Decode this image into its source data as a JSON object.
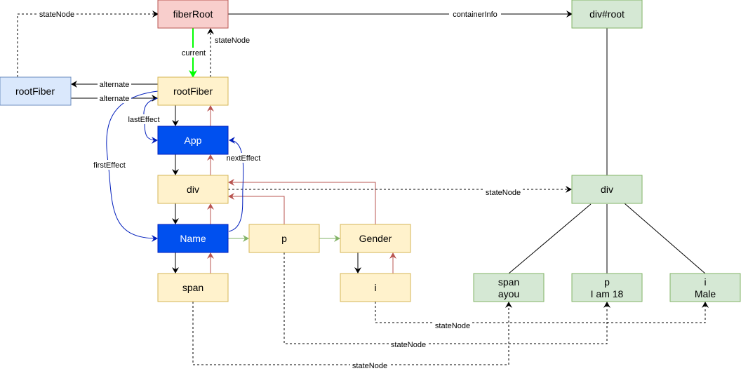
{
  "colors": {
    "fiber_fill": "#fff2cc",
    "fiber_stroke": "#d6b656",
    "root_fill": "#f8cecc",
    "root_stroke": "#b85450",
    "alt_fill": "#dae8fc",
    "alt_stroke": "#6c8ebf",
    "effect_fill": "#0050ef",
    "effect_stroke": "#001dbc",
    "dom_fill": "#d5e8d4",
    "dom_stroke": "#82b366",
    "return_edge": "#b85450",
    "sibling_edge": "#82b366",
    "effect_edge": "#001dbc",
    "current_edge": "#00ff00"
  },
  "nodes": {
    "fiberRoot": {
      "lines": [
        "fiberRoot"
      ]
    },
    "rootFiberAlt": {
      "lines": [
        "rootFiber"
      ]
    },
    "rootFiber": {
      "lines": [
        "rootFiber"
      ]
    },
    "app": {
      "lines": [
        "App"
      ]
    },
    "div": {
      "lines": [
        "div"
      ]
    },
    "name": {
      "lines": [
        "Name"
      ]
    },
    "span": {
      "lines": [
        "span"
      ]
    },
    "p": {
      "lines": [
        "p"
      ]
    },
    "gender": {
      "lines": [
        "Gender"
      ]
    },
    "i": {
      "lines": [
        "i"
      ]
    },
    "divRoot": {
      "lines": [
        "div#root"
      ]
    },
    "domDiv": {
      "lines": [
        "div"
      ]
    },
    "domSpan": {
      "lines": [
        "span",
        "ayou"
      ]
    },
    "domP": {
      "lines": [
        "p",
        "I am 18"
      ]
    },
    "domI": {
      "lines": [
        "i",
        "Male"
      ]
    }
  },
  "edge_labels": {
    "stateNode": "stateNode",
    "current": "current",
    "alternate": "alternate",
    "containerInfo": "containerInfo",
    "lastEffect": "lastEffect",
    "firstEffect": "firstEffect",
    "nextEffect": "nextEffect"
  }
}
